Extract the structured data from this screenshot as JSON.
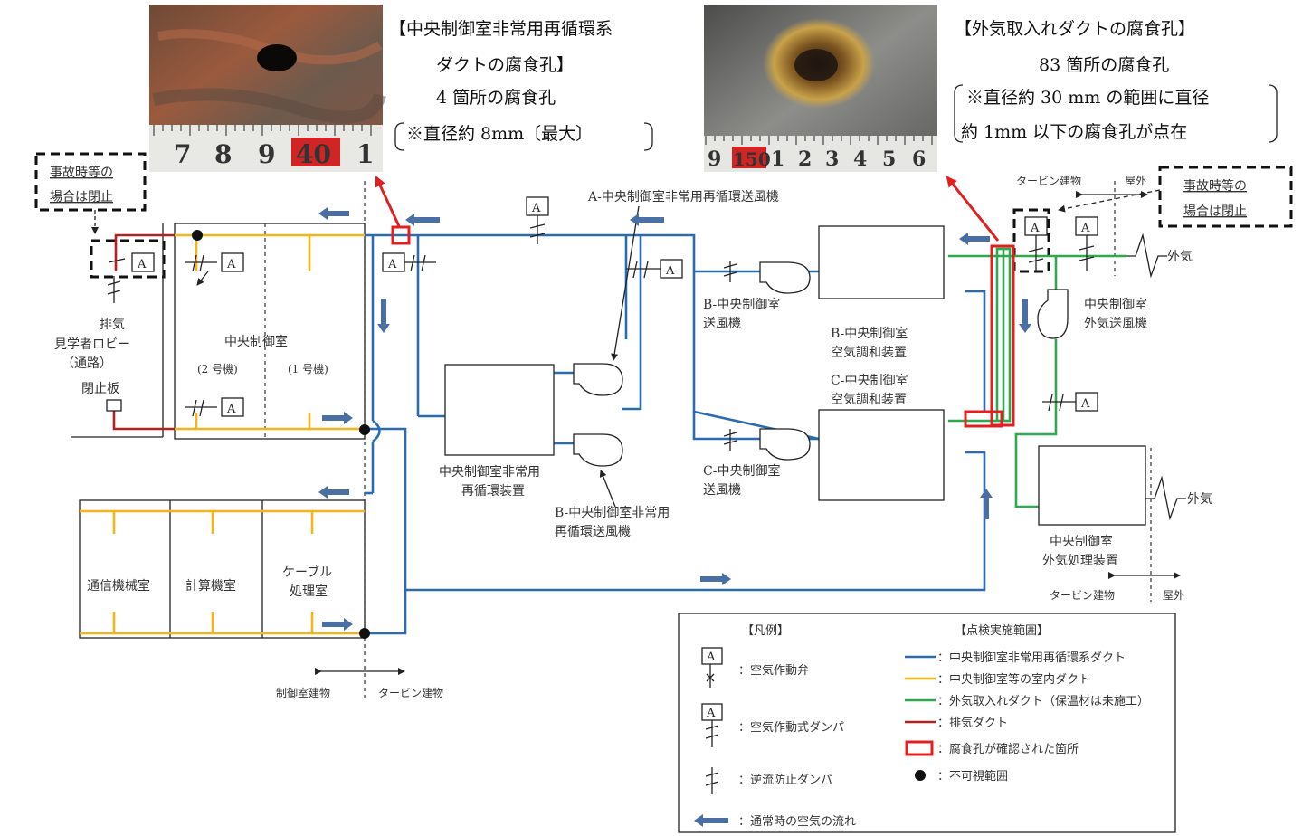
{
  "photos": {
    "left": {
      "caption1": "【中央制御室非常用再循環系",
      "caption2": "ダクトの腐食孔】",
      "caption3": "4 箇所の腐食孔",
      "caption4": "※直径約 8mm〔最大〕",
      "ruler": [
        "7",
        "8",
        "9",
        "40",
        "1"
      ]
    },
    "right": {
      "caption1": "【外気取入れダクトの腐食孔】",
      "caption2": "83 箇所の腐食孔",
      "caption3": "※直径約 30 mm の範囲に直径",
      "caption4": "約 1mm 以下の腐食孔が点在",
      "ruler": [
        "9",
        "150",
        "1",
        "2",
        "3",
        "4",
        "5",
        "6"
      ]
    }
  },
  "callouts": {
    "left_l1": "事故時等の",
    "left_l2": "場合は閉止",
    "right_l1": "事故時等の",
    "right_l2": "場合は閉止"
  },
  "valve_letter": "A",
  "labels": {
    "exhaust": "排気",
    "visitor_lobby": "見学者ロビー",
    "passage": "（通路）",
    "blind_plate": "閉止板",
    "main_control_room": "中央制御室",
    "unit2": "(2 号機)",
    "unit1": "(1 号機)",
    "comm_room": "通信機械室",
    "computer_room": "計算機室",
    "cable_room1": "ケーブル",
    "cable_room2": "処理室",
    "recirc_unit1": "中央制御室非常用",
    "recirc_unit2": "再循環装置",
    "fan_a_recirc": "A-中央制御室非常用再循環送風機",
    "fan_b_recirc1": "B-中央制御室非常用",
    "fan_b_recirc2": "再循環送風機",
    "fan_b1": "B-中央制御室",
    "fan_b2": "送風機",
    "fan_c1": "C-中央制御室",
    "fan_c2": "送風機",
    "ahu_b1": "B-中央制御室",
    "ahu_b2": "空気調和装置",
    "ahu_c1": "C-中央制御室",
    "ahu_c2": "空気調和装置",
    "oa_fan1": "中央制御室",
    "oa_fan2": "外気送風機",
    "oa_unit1": "中央制御室",
    "oa_unit2": "外気処理装置",
    "outside_air": "外気",
    "turbine_bldg": "タービン建物",
    "outdoor": "屋外",
    "control_bldg": "制御室建物"
  },
  "legend": {
    "title_left": "【凡例】",
    "title_right": "【点検実施範囲】",
    "air_valve": "：空気作動弁",
    "air_damper": "：空気作動式ダンパ",
    "check_damper": "：逆流防止ダンパ",
    "normal_flow": "：通常時の空気の流れ",
    "blue_duct": "：中央制御室非常用再循環系ダクト",
    "yellow_duct": "：中央制御室等の室内ダクト",
    "green_duct": "：外気取入れダクト（保温材は未施工）",
    "red_duct": "：排気ダクト",
    "corrosion": "：腐食孔が確認された箇所",
    "invisible": "：不可視範囲"
  },
  "colors": {
    "recirc_duct": "#2b6cb0",
    "indoor_duct": "#f2b51c",
    "intake_duct": "#2fa84f",
    "exhaust_duct": "#b42121",
    "corrosion_mark": "#e02020",
    "flow_arrow": "#4a6fa5"
  },
  "icons": [
    "air-operated-valve-icon",
    "air-operated-damper-icon",
    "check-damper-icon",
    "flow-arrow-icon",
    "invisible-range-dot-icon"
  ]
}
